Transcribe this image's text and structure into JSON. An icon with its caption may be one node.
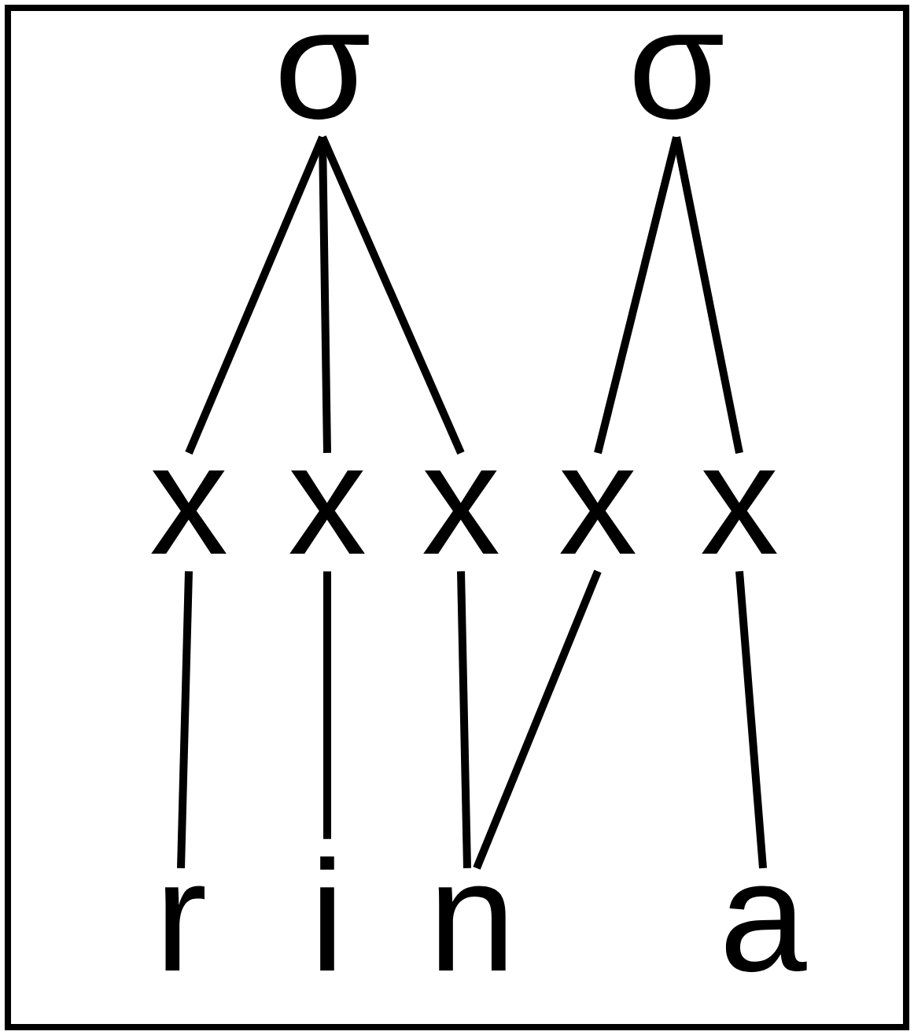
{
  "diagram": {
    "nodes": [
      {
        "text": [
          "σ"
        ]
      },
      {
        "text": [
          "σ"
        ]
      },
      {
        "text": [
          "x"
        ]
      },
      {
        "text": [
          "x"
        ]
      },
      {
        "text": [
          "x"
        ]
      },
      {
        "text": [
          "x"
        ]
      },
      {
        "text": [
          "x"
        ]
      },
      {
        "text": [
          "r"
        ]
      },
      {
        "text": [
          "i"
        ]
      },
      {
        "text": [
          "n"
        ]
      },
      {
        "text": [
          "a"
        ]
      }
    ],
    "edges": [
      {
        "from": 0,
        "to": 2,
        "arrow": "none"
      },
      {
        "from": 0,
        "to": 3,
        "arrow": "none"
      },
      {
        "from": 0,
        "to": 4,
        "arrow": "none"
      },
      {
        "from": 1,
        "to": 5,
        "arrow": "none"
      },
      {
        "from": 1,
        "to": 6,
        "arrow": "none"
      },
      {
        "from": 2,
        "to": 7,
        "arrow": "none"
      },
      {
        "from": 3,
        "to": 8,
        "arrow": "none"
      },
      {
        "from": 4,
        "to": 9,
        "arrow": "none"
      },
      {
        "from": 5,
        "to": 9,
        "arrow": "none"
      },
      {
        "from": 6,
        "to": 10,
        "arrow": "none"
      }
    ]
  }
}
